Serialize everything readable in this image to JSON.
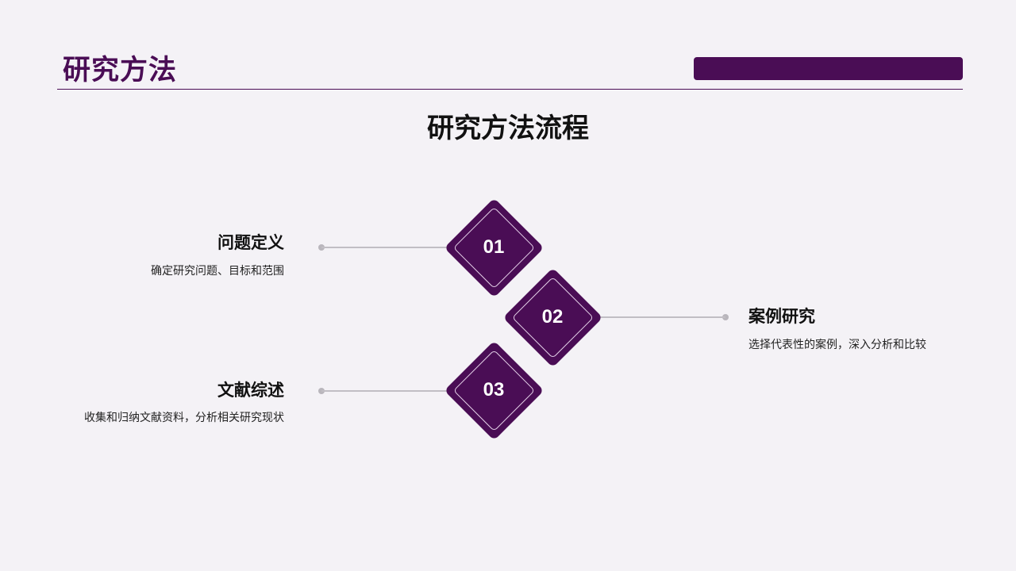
{
  "header": {
    "title": "研究方法",
    "accent_color": "#4a0d55"
  },
  "main": {
    "title": "研究方法流程"
  },
  "steps": [
    {
      "number": "01",
      "title": "问题定义",
      "description": "确定研究问题、目标和范围"
    },
    {
      "number": "02",
      "title": "案例研究",
      "description": "选择代表性的案例，深入分析和比较"
    },
    {
      "number": "03",
      "title": "文献综述",
      "description": "收集和归纳文献资料，分析相关研究现状"
    }
  ]
}
